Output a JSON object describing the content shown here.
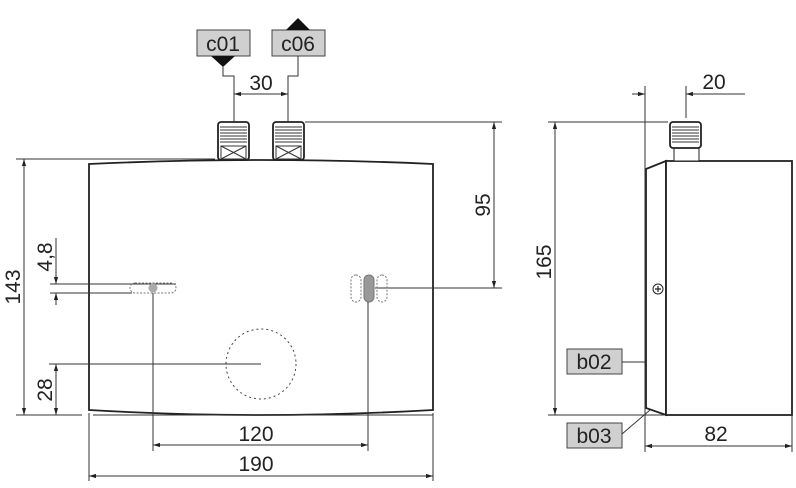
{
  "labels": {
    "c01": "c01",
    "c06": "c06",
    "b02": "b02",
    "b03": "b03"
  },
  "dimensions": {
    "connection_spacing": "30",
    "connection_height": "95",
    "total_height_front": "143",
    "slot_height": "4,8",
    "bottom_offset": "28",
    "hole_spacing": "120",
    "width": "190",
    "side_height": "165",
    "side_connection_offset": "20",
    "depth": "82"
  }
}
